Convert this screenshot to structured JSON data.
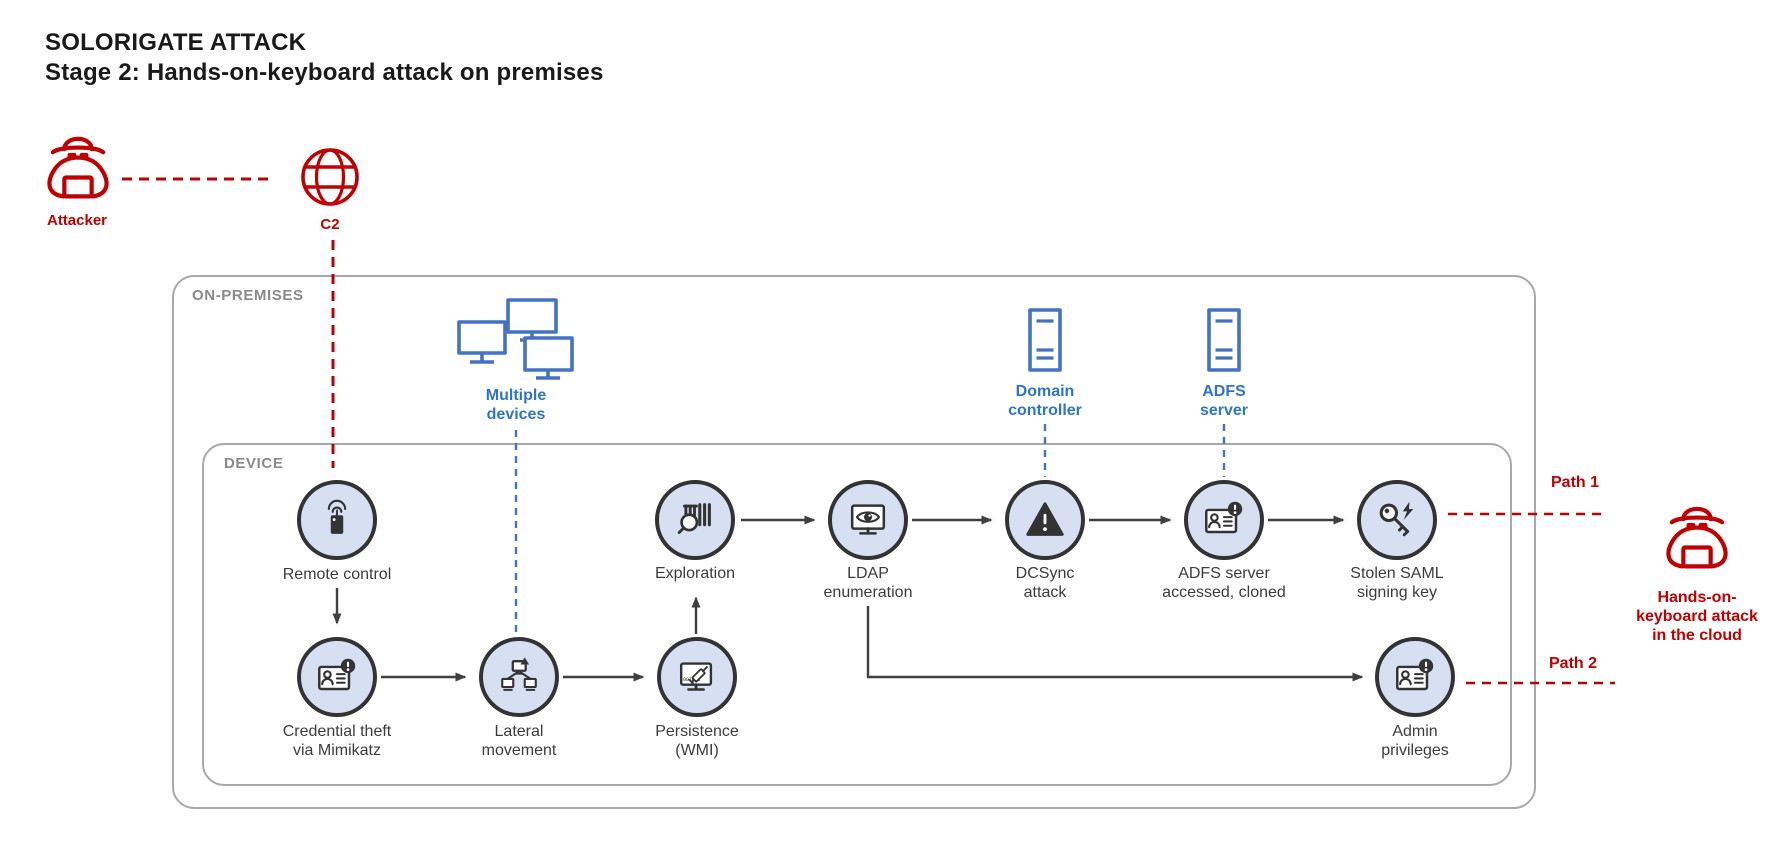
{
  "title": {
    "line1": "SOLORIGATE ATTACK",
    "line2": "Stage 2: Hands-on-keyboard attack on premises"
  },
  "containers": {
    "on_premises": "ON-PREMISES",
    "device": "DEVICE"
  },
  "actors": {
    "attacker": "Attacker",
    "c2": "C2",
    "cloud_attack": "Hands-on-\nkeyboard attack\nin the cloud"
  },
  "infrastructure": {
    "multiple_devices": "Multiple\ndevices",
    "domain_controller": "Domain\ncontroller",
    "adfs_server": "ADFS\nserver"
  },
  "nodes": {
    "remote_control": "Remote control",
    "credential_theft": "Credential theft\nvia Mimikatz",
    "lateral_movement": "Lateral\nmovement",
    "persistence": "Persistence\n(WMI)",
    "exploration": "Exploration",
    "ldap_enumeration": "LDAP\nenumeration",
    "dcsync_attack": "DCSync\nattack",
    "adfs_accessed": "ADFS server\naccessed, cloned",
    "stolen_saml": "Stolen SAML\nsigning key",
    "admin_privileges": "Admin\nprivileges"
  },
  "paths": {
    "path1": "Path 1",
    "path2": "Path 2"
  },
  "colors": {
    "red": "#c00000",
    "blue": "#4472c4",
    "blue_text": "#2e74c9",
    "node_fill": "#d7dff2",
    "node_border": "#333333",
    "arrow": "#404040",
    "box_border": "#a9a9a9",
    "container_label": "#8a8a8a",
    "node_label": "#3c3c3c",
    "title_text": "#1a1a1a"
  }
}
